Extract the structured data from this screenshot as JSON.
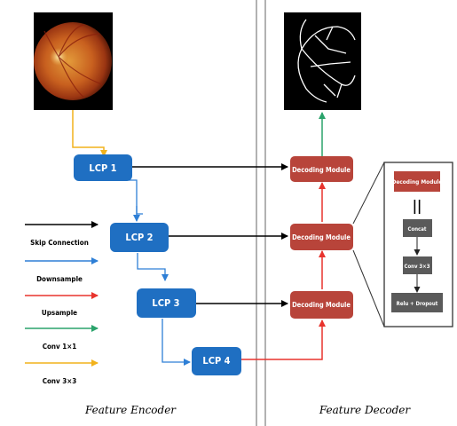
{
  "encoder": {
    "caption": "Feature Encoder",
    "blocks": [
      "LCP 1",
      "LCP 2",
      "LCP 3",
      "LCP 4"
    ]
  },
  "decoder": {
    "caption": "Feature Decoder",
    "modules": [
      "Decoding Module",
      "Decoding Module",
      "Decoding Module"
    ]
  },
  "detail": {
    "title": "Decoding Module",
    "equals": "||",
    "steps": [
      "Concat",
      "Conv 3×3",
      "Relu + Dropout"
    ]
  },
  "legend": [
    {
      "label": "Skip Connection",
      "color": "#000000"
    },
    {
      "label": "Downsample",
      "color": "#2e7fd6"
    },
    {
      "label": "Upsample",
      "color": "#e8332d"
    },
    {
      "label": "Conv 1×1",
      "color": "#2aa36b"
    },
    {
      "label": "Conv 3×3",
      "color": "#f2b21b"
    }
  ],
  "images": {
    "input": "retinal-fundus-image",
    "output": "vessel-segmentation-map"
  },
  "colors": {
    "lcp_fill": "#1f6fc2",
    "decoder_fill": "#b8443a",
    "detail_box": "#5a5a5a",
    "divider": "#666666"
  }
}
